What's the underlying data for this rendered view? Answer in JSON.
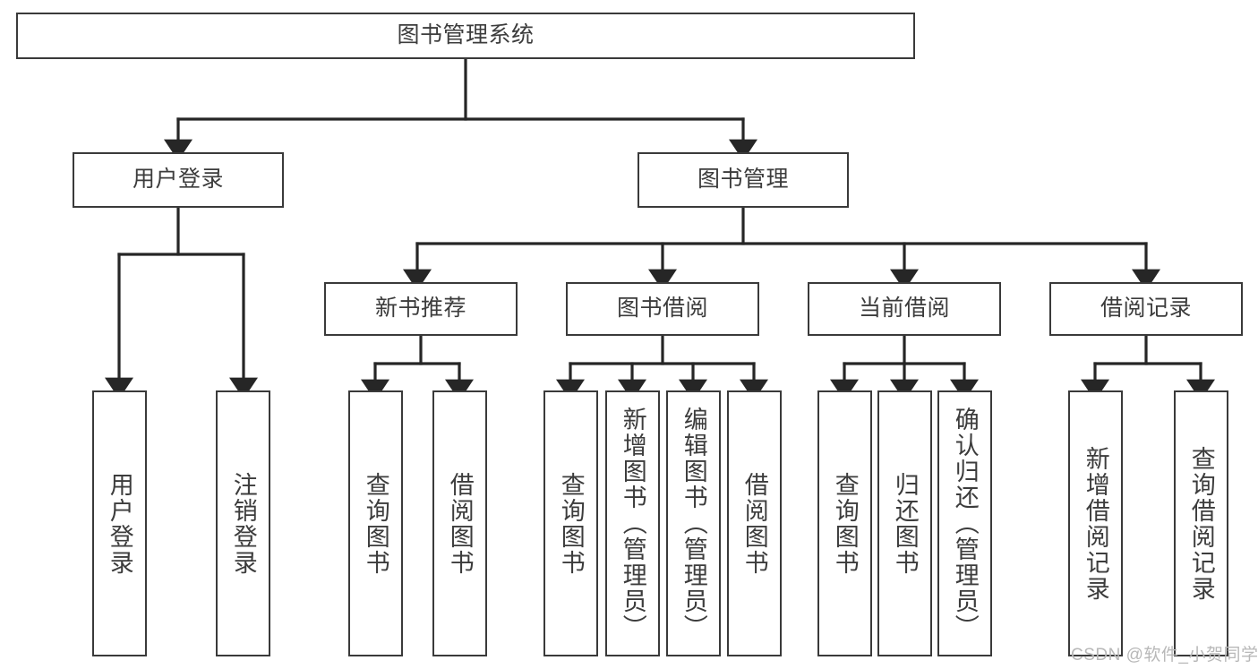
{
  "diagram": {
    "type": "hierarchy-tree",
    "title": "图书管理系统",
    "orientation": "top-down",
    "colors": {
      "box_border": "#3a3a3a",
      "box_fill": "#ffffff",
      "connector": "#262626",
      "text": "#3c3c3c",
      "watermark": "#b8b8b8",
      "background": "#ffffff"
    },
    "watermark": "CSDN @软件_小贺同学"
  },
  "nodes": {
    "root": {
      "label": "图书管理系统"
    },
    "level1": [
      {
        "id": "user-login",
        "label": "用户登录"
      },
      {
        "id": "book-management",
        "label": "图书管理"
      }
    ],
    "level2": [
      {
        "id": "new-book-recommend",
        "label": "新书推荐"
      },
      {
        "id": "book-borrow",
        "label": "图书借阅"
      },
      {
        "id": "current-borrow",
        "label": "当前借阅"
      },
      {
        "id": "borrow-record",
        "label": "借阅记录"
      }
    ],
    "leaves": {
      "user_login": [
        {
          "id": "leaf-user-login",
          "label": "用户登录"
        },
        {
          "id": "leaf-logout-login",
          "label": "注销登录"
        }
      ],
      "new_book_recommend": [
        {
          "id": "leaf-query-book-1",
          "label": "查询图书"
        },
        {
          "id": "leaf-borrow-book-1",
          "label": "借阅图书"
        }
      ],
      "book_borrow": [
        {
          "id": "leaf-query-book-2",
          "label": "查询图书"
        },
        {
          "id": "leaf-add-book",
          "label": "新增图书（管理员）"
        },
        {
          "id": "leaf-edit-book",
          "label": "编辑图书（管理员）"
        },
        {
          "id": "leaf-borrow-book-2",
          "label": "借阅图书"
        }
      ],
      "current_borrow": [
        {
          "id": "leaf-query-book-3",
          "label": "查询图书"
        },
        {
          "id": "leaf-return-book",
          "label": "归还图书"
        },
        {
          "id": "leaf-confirm-return",
          "label": "确认归还（管理员）"
        }
      ],
      "borrow_record": [
        {
          "id": "leaf-add-borrow-record",
          "label": "新增借阅记录"
        },
        {
          "id": "leaf-query-borrow-record",
          "label": "查询借阅记录"
        }
      ]
    }
  }
}
